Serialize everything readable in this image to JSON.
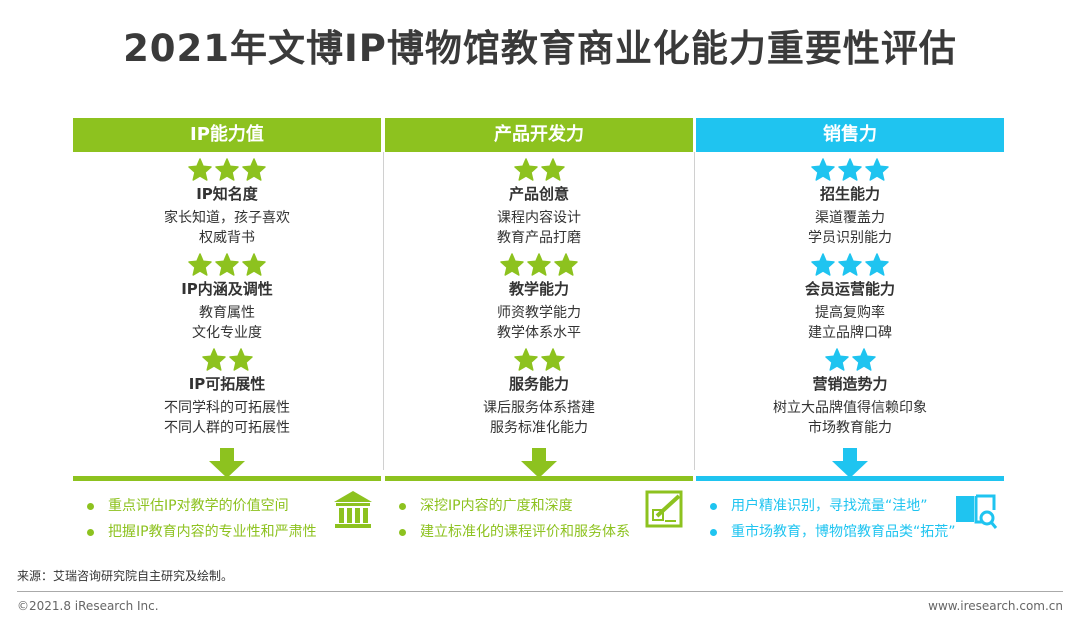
{
  "title": "2021年文博IP博物馆教育商业化能力重要性评估",
  "colors": {
    "green": "#8dc21f",
    "blue": "#1fc4f0"
  },
  "columns": [
    {
      "header": "IP能力值",
      "items": [
        {
          "stars": 3,
          "title": "IP知名度",
          "lines": [
            "家长知道，孩子喜欢",
            "权威背书"
          ]
        },
        {
          "stars": 3,
          "title": "IP内涵及调性",
          "lines": [
            "教育属性",
            "文化专业度"
          ]
        },
        {
          "stars": 2,
          "title": "IP可拓展性",
          "lines": [
            "不同学科的可拓展性",
            "不同人群的可拓展性"
          ]
        }
      ],
      "bullets": [
        "重点评估IP对教学的价值空间",
        "把握IP教育内容的专业性和严肃性"
      ],
      "icon": "museum-icon"
    },
    {
      "header": "产品开发力",
      "items": [
        {
          "stars": 2,
          "title": "产品创意",
          "lines": [
            "课程内容设计",
            "教育产品打磨"
          ]
        },
        {
          "stars": 3,
          "title": "教学能力",
          "lines": [
            "师资教学能力",
            "教学体系水平"
          ]
        },
        {
          "stars": 2,
          "title": "服务能力",
          "lines": [
            "课后服务体系搭建",
            "服务标准化能力"
          ]
        }
      ],
      "bullets": [
        "深挖IP内容的广度和深度",
        "建立标准化的课程评价和服务体系"
      ],
      "icon": "edit-board-icon"
    },
    {
      "header": "销售力",
      "items": [
        {
          "stars": 3,
          "title": "招生能力",
          "lines": [
            "渠道覆盖力",
            "学员识别能力"
          ]
        },
        {
          "stars": 3,
          "title": "会员运营能力",
          "lines": [
            "提高复购率",
            "建立品牌口碑"
          ]
        },
        {
          "stars": 2,
          "title": "营销造势力",
          "lines": [
            "树立大品牌值得信赖印象",
            "市场教育能力"
          ]
        }
      ],
      "bullets": [
        "用户精准识别，寻找流量“洼地”",
        "重市场教育，博物馆教育品类“拓荒”"
      ],
      "icon": "book-search-icon"
    }
  ],
  "footer": {
    "source": "来源：艾瑞咨询研究院自主研究及绘制。",
    "copyright": "©2021.8 iResearch Inc.",
    "website": "www.iresearch.com.cn"
  }
}
